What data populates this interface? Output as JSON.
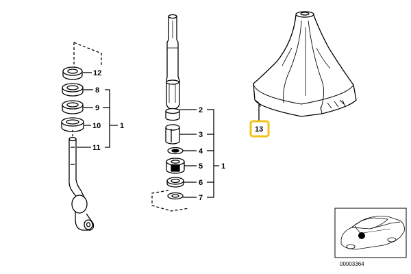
{
  "labels": {
    "l12": "12",
    "l8": "8",
    "l9": "9",
    "l10": "10",
    "l11": "11",
    "l1a": "1",
    "l2": "2",
    "l3": "3",
    "l4": "4",
    "l5": "5",
    "l6": "6",
    "l7": "7",
    "l1b": "1",
    "l13": "13"
  },
  "diagram_number": "00003364",
  "colors": {
    "line": "#000000",
    "highlight": "#f2c21b",
    "background": "#ffffff"
  }
}
